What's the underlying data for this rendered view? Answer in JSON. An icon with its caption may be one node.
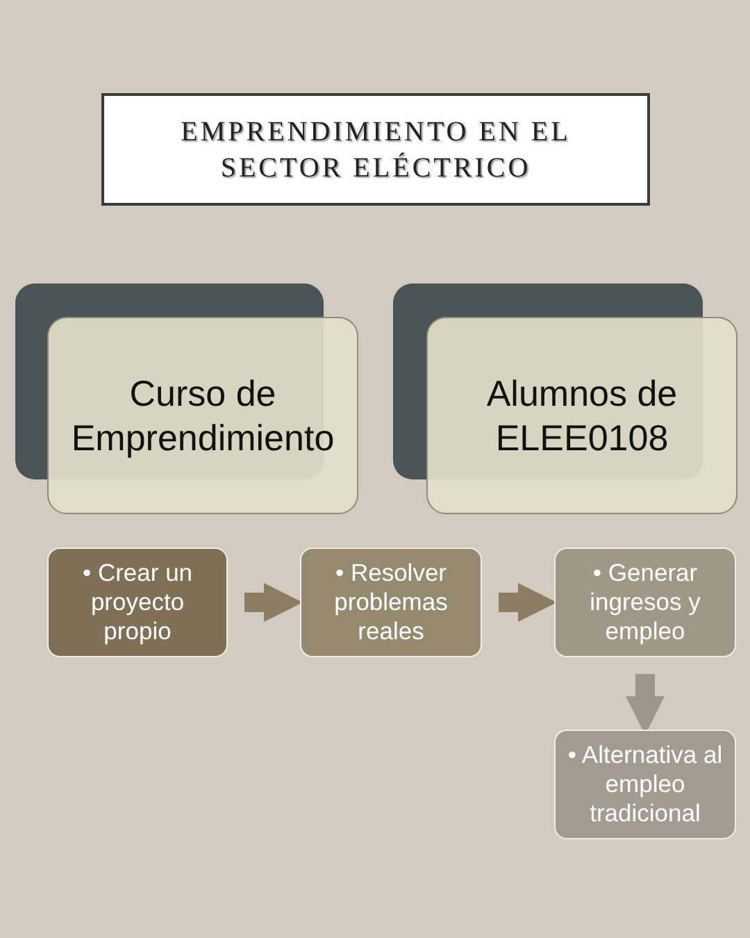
{
  "diagram": {
    "title": "EMPRENDIMIENTO EN EL SECTOR ELÉCTRICO",
    "nodes": [
      {
        "text": [
          "Curso de Emprendimiento"
        ]
      },
      {
        "text": [
          "Alumnos de ELEE0108"
        ]
      },
      {
        "text": [
          "• Crear un proyecto propio"
        ]
      },
      {
        "text": [
          "• Resolver problemas reales"
        ]
      },
      {
        "text": [
          "• Generar ingresos y empleo"
        ]
      },
      {
        "text": [
          "• Alternativa al empleo tradicional"
        ]
      }
    ],
    "edges": [
      {
        "from": 2,
        "to": 3,
        "arrow": "to"
      },
      {
        "from": 3,
        "to": 4,
        "arrow": "to"
      },
      {
        "from": 4,
        "to": 5,
        "arrow": "to",
        "color": "#9d968a"
      }
    ]
  }
}
